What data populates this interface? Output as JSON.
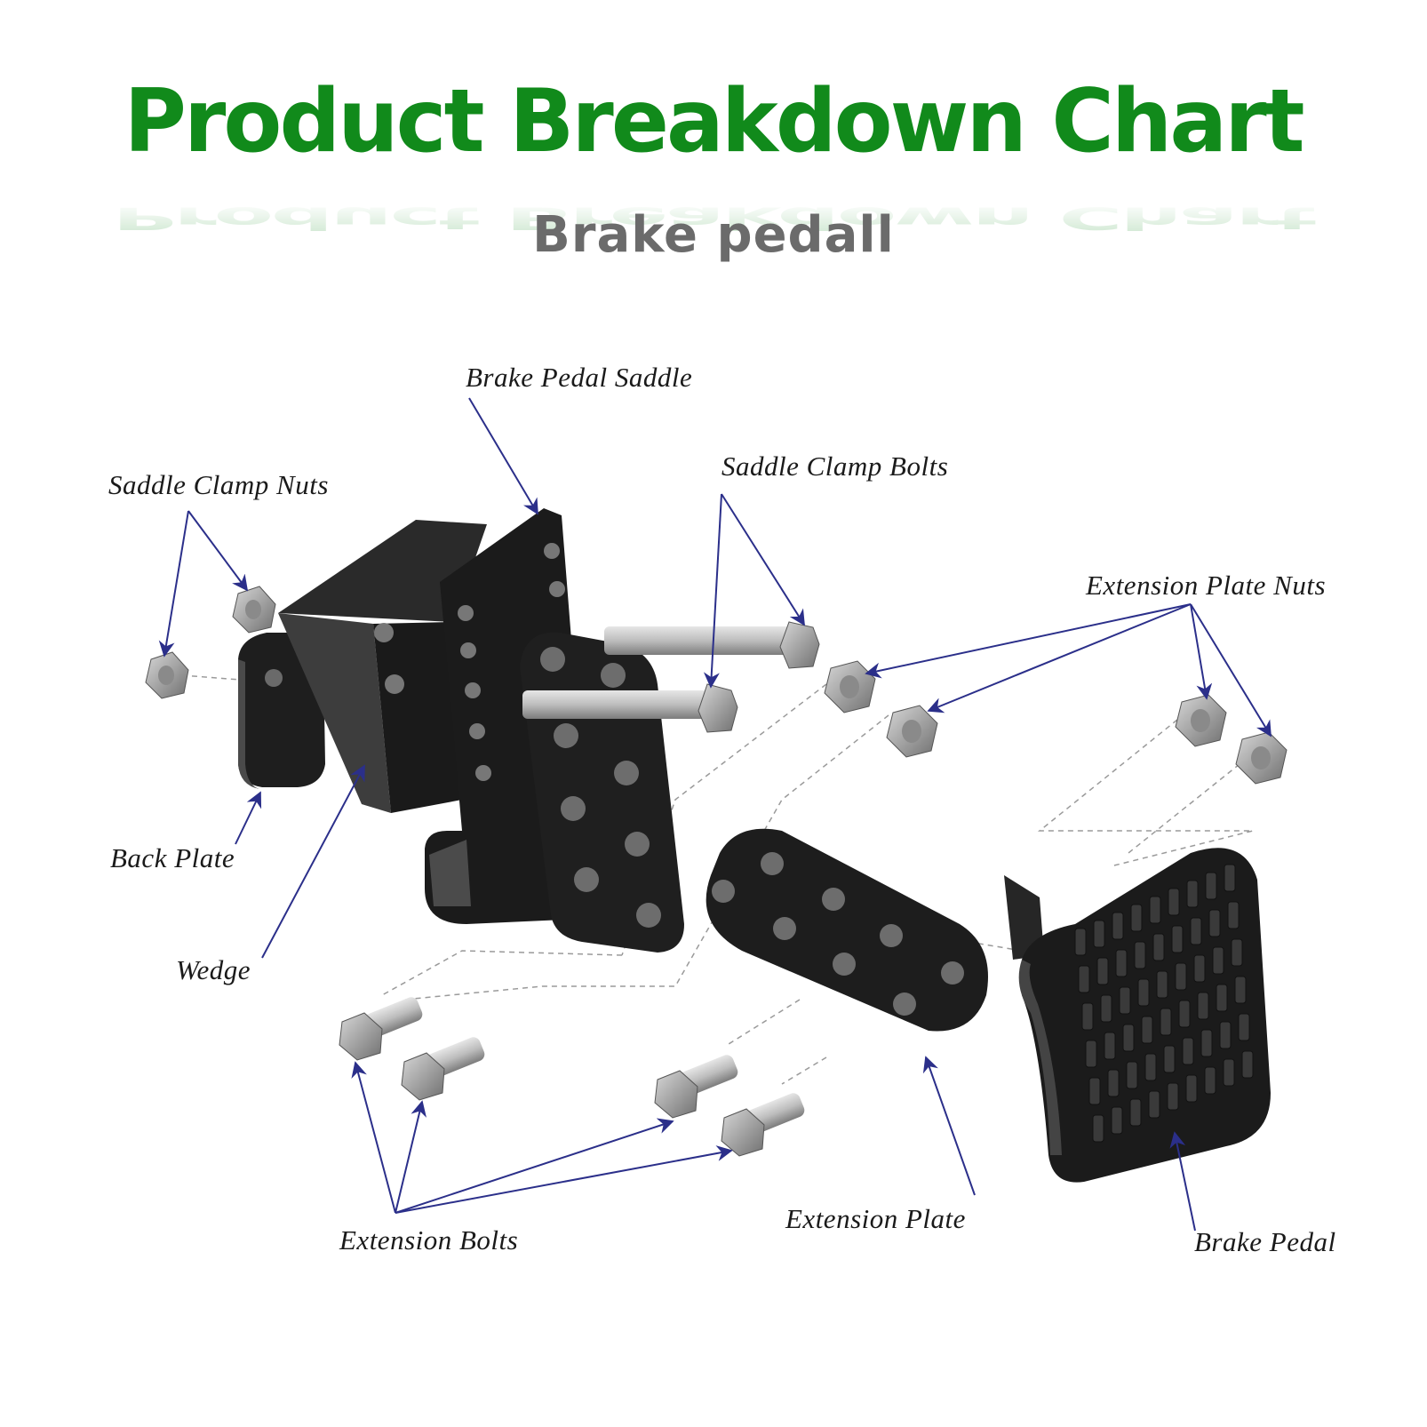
{
  "header": {
    "title": "Product Breakdown Chart",
    "subtitle": "Brake pedall"
  },
  "labels": {
    "brake_pedal_saddle": "Brake Pedal Saddle",
    "saddle_clamp_nuts": "Saddle Clamp Nuts",
    "saddle_clamp_bolts": "Saddle Clamp  Bolts",
    "extension_plate_nuts": "Extension Plate Nuts",
    "back_plate": "Back Plate",
    "wedge": "Wedge",
    "extension_bolts": "Extension Bolts",
    "extension_plate": "Extension Plate",
    "brake_pedal": "Brake Pedal"
  },
  "colors": {
    "title": "#118a1b",
    "subtitle": "#6b6b6b",
    "arrow": "#2b2f8a",
    "part": "#1c1c1c",
    "metal": "#b9b9b9"
  }
}
